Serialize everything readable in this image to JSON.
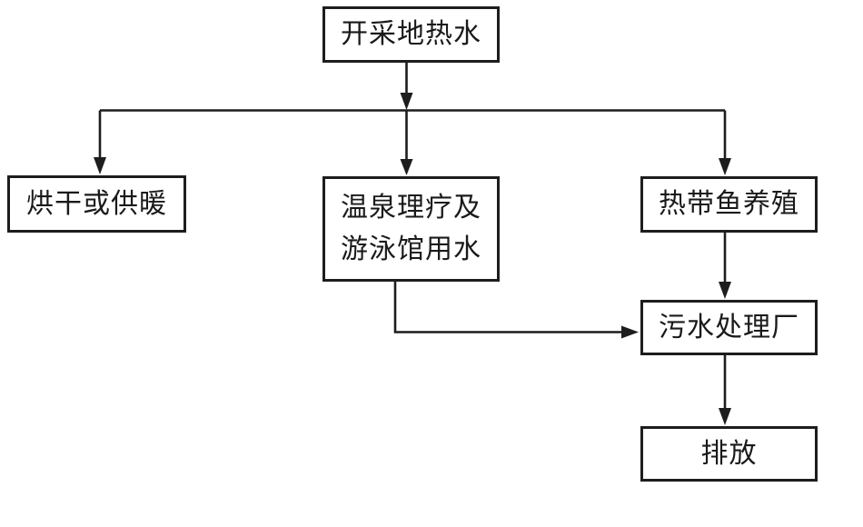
{
  "diagram": {
    "title": "geothermal-water-use-flowchart",
    "nodes": {
      "source": {
        "label": "开采地热水"
      },
      "drying": {
        "label": "烘干或供暖"
      },
      "spa": {
        "lines": [
          "温泉理疗及",
          "游泳馆用水"
        ]
      },
      "fish": {
        "label": "热带鱼养殖"
      },
      "sewage": {
        "label": "污水处理厂"
      },
      "discharge": {
        "label": "排放"
      }
    },
    "edges": [
      {
        "from": "source",
        "to": "drying"
      },
      {
        "from": "source",
        "to": "spa"
      },
      {
        "from": "source",
        "to": "fish"
      },
      {
        "from": "spa",
        "to": "sewage"
      },
      {
        "from": "fish",
        "to": "sewage"
      },
      {
        "from": "sewage",
        "to": "discharge"
      }
    ],
    "colors": {
      "line": "#1d1d1d",
      "text": "#1a1a1a",
      "background": "#ffffff"
    }
  }
}
